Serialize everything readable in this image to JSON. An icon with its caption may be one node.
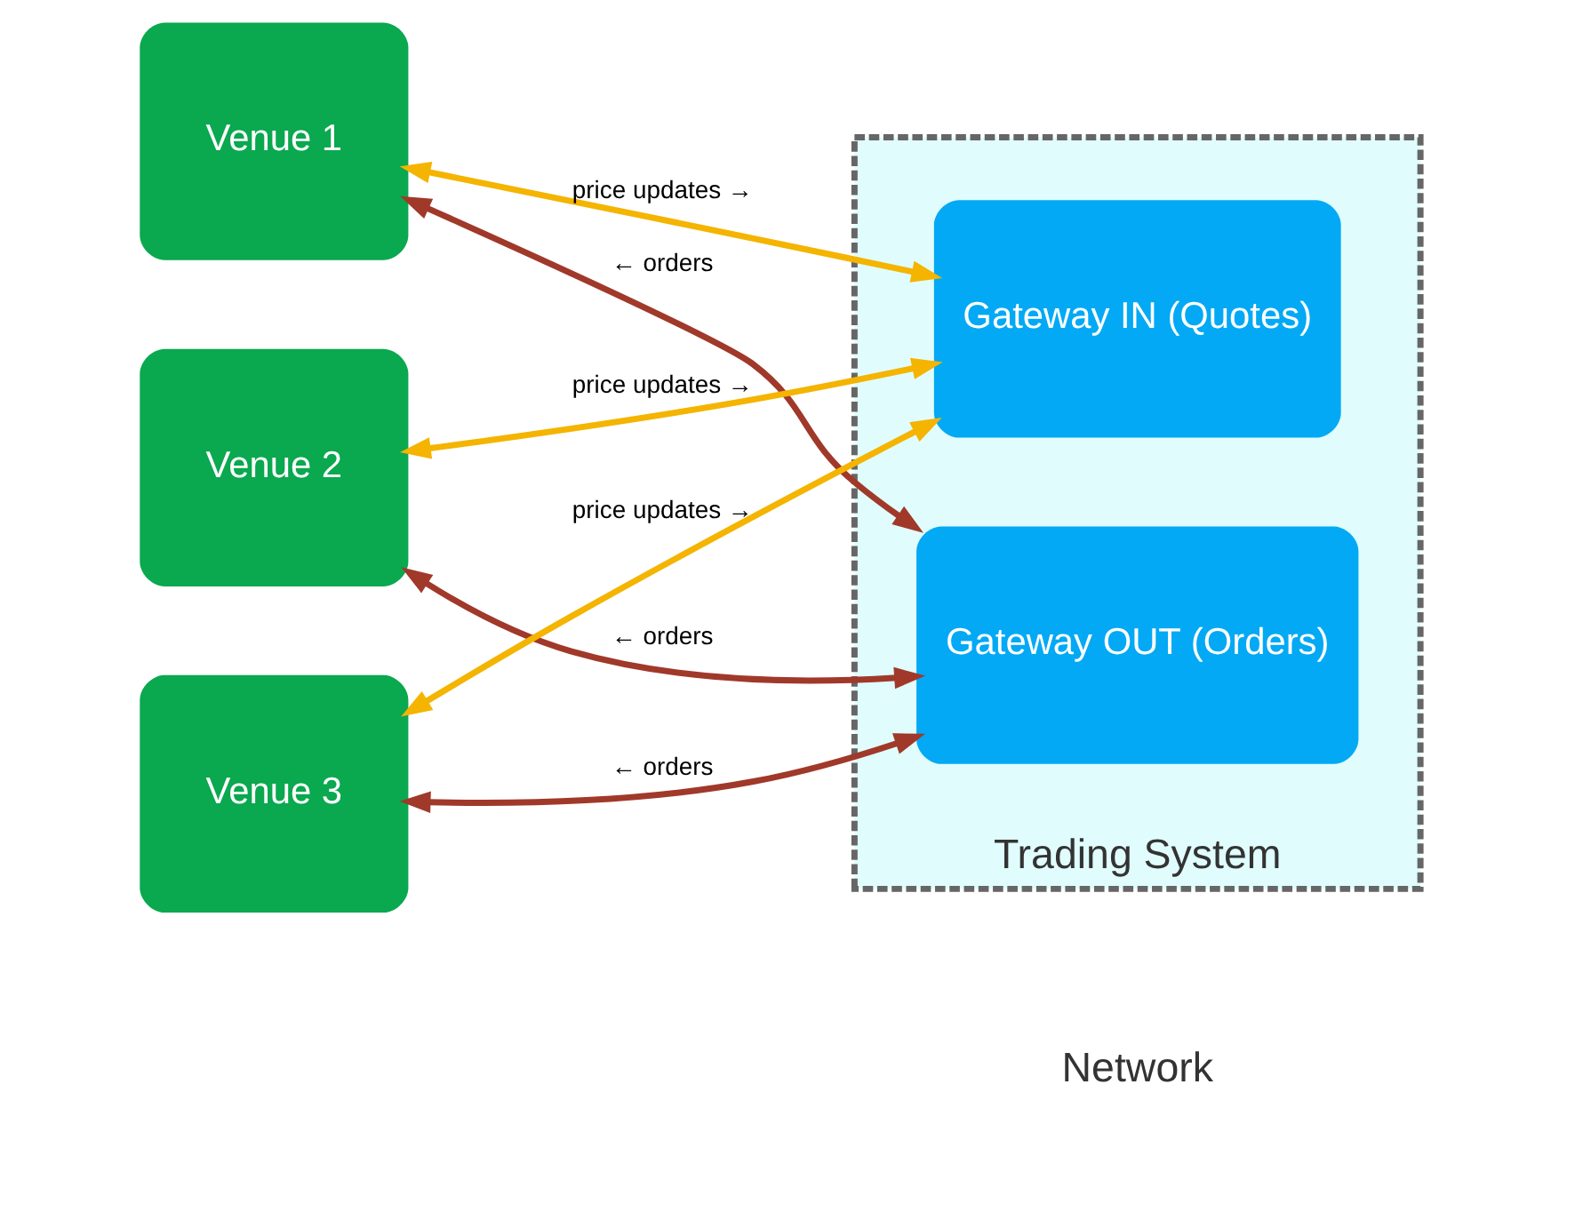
{
  "diagram": {
    "nodes": [
      {
        "text": [
          "Venue 1"
        ]
      },
      {
        "text": [
          "Venue 2"
        ]
      },
      {
        "text": [
          "Venue 3"
        ]
      },
      {
        "text": [
          "Trading System"
        ]
      },
      {
        "text": [
          "Gateway IN (Quotes)"
        ],
        "in": 3
      },
      {
        "text": [
          "Gateway OUT (Orders)"
        ],
        "in": 3
      }
    ],
    "edges": [
      {
        "from": 0,
        "to": 4,
        "arrow": "both",
        "label": "price updates →",
        "color": "#f4b400"
      },
      {
        "from": 1,
        "to": 4,
        "arrow": "both",
        "label": "price updates →",
        "color": "#f4b400"
      },
      {
        "from": 2,
        "to": 4,
        "arrow": "both",
        "label": "price updates →",
        "color": "#f4b400"
      },
      {
        "from": 0,
        "to": 5,
        "arrow": "both",
        "label": "← orders",
        "color": "#a0392a"
      },
      {
        "from": 1,
        "to": 5,
        "arrow": "both",
        "label": "← orders",
        "color": "#a0392a"
      },
      {
        "from": 2,
        "to": 5,
        "arrow": "both",
        "label": "← orders",
        "color": "#a0392a"
      }
    ],
    "labels": [
      "Network"
    ]
  }
}
